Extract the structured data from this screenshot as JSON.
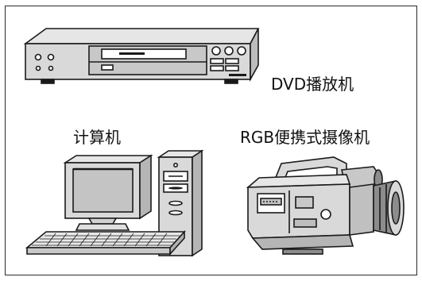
{
  "labels": {
    "dvd_player": "DVD播放机",
    "computer": "计算机",
    "camcorder": "RGB便携式摄像机"
  },
  "colors": {
    "outline": "#1a1a1a",
    "body_gray": "#d9d9d9",
    "dark_gray": "#8c8c8c",
    "screen_gray": "#c4c4c4",
    "background": "#ffffff"
  },
  "icons": [
    "dvd-player-icon",
    "computer-icon",
    "camcorder-icon"
  ]
}
